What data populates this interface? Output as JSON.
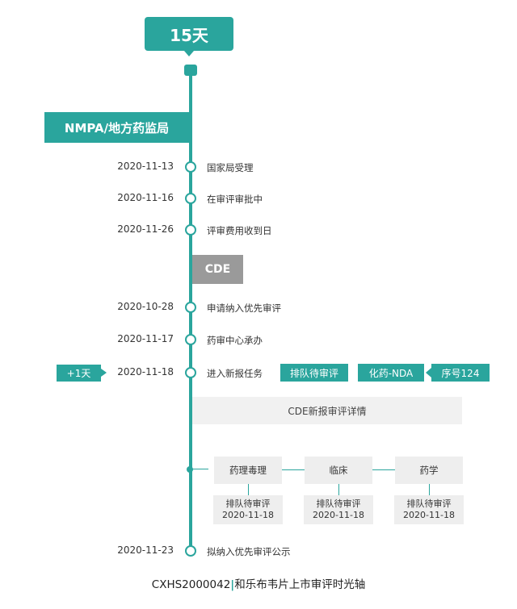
{
  "top_badge": "15天",
  "nmpa_label": "NMPA/地方药监局",
  "cde_label": "CDE",
  "events_nmpa": [
    {
      "date": "2020-11-13",
      "text": "国家局受理"
    },
    {
      "date": "2020-11-16",
      "text": "在审评审批中"
    },
    {
      "date": "2020-11-26",
      "text": "评审费用收到日"
    }
  ],
  "events_cde": [
    {
      "date": "2020-10-28",
      "text": "申请纳入优先审评"
    },
    {
      "date": "2020-11-17",
      "text": "药审中心承办"
    },
    {
      "date": "2020-11-18",
      "text": "进入新报任务"
    }
  ],
  "extra_days_tag": "+1天",
  "status_tags": [
    "排队待审评",
    "化药-NDA",
    "序号124"
  ],
  "detail_title": "CDE新报审评详情",
  "review_columns": [
    {
      "name": "药理毒理",
      "status": "排队待审评",
      "date": "2020-11-18"
    },
    {
      "name": "临床",
      "status": "排队待审评",
      "date": "2020-11-18"
    },
    {
      "name": "药学",
      "status": "排队待审评",
      "date": "2020-11-18"
    }
  ],
  "final_event": {
    "date": "2020-11-23",
    "text": "拟纳入优先审评公示"
  },
  "caption": {
    "code": "CXHS2000042",
    "separator": "|",
    "title": "和乐布韦片上市审评时光轴"
  },
  "colors": {
    "accent": "#2aa59d",
    "cde_gray": "#9a9a9a",
    "panel": "#eeeeee"
  }
}
